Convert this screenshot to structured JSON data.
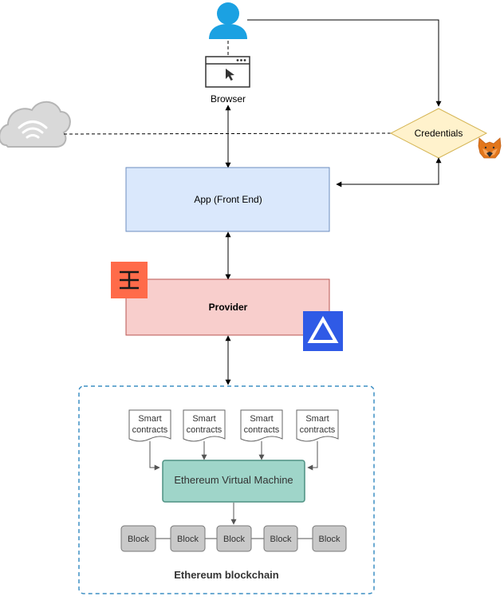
{
  "browser": {
    "label": "Browser",
    "icon": "browser-window-icon"
  },
  "user": {
    "icon": "user-icon",
    "color": "#1BA1E2"
  },
  "cloud": {
    "icon": "cloud-wifi-icon"
  },
  "credentials": {
    "label": "Credentials",
    "fill": "#FFF2CC",
    "stroke": "#D6B656",
    "icon": "metamask-fox-icon"
  },
  "app": {
    "label": "App (Front End)",
    "fill": "#DAE8FC",
    "stroke": "#6C8EBF"
  },
  "provider": {
    "label": "Provider",
    "fill": "#F8CECC",
    "stroke": "#B85450",
    "logos": [
      "infura-logo",
      "alchemy-logo"
    ]
  },
  "ethereum": {
    "title": "Ethereum blockchain",
    "border_color": "#3D8FC4",
    "contracts": [
      {
        "line1": "Smart",
        "line2": "contracts"
      },
      {
        "line1": "Smart",
        "line2": "contracts"
      },
      {
        "line1": "Smart",
        "line2": "contracts"
      },
      {
        "line1": "Smart",
        "line2": "contracts"
      }
    ],
    "evm": {
      "label": "Ethereum Virtual Machine",
      "fill": "#9FD5C9",
      "stroke": "#4D9182"
    },
    "blocks": [
      "Block",
      "Block",
      "Block",
      "Block",
      "Block"
    ],
    "block_fill": "#C9C9C9"
  }
}
